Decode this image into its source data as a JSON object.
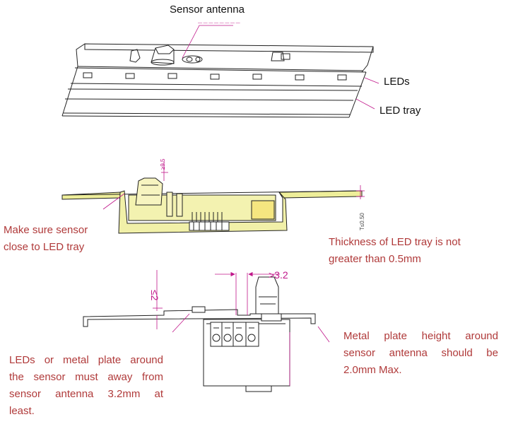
{
  "labels": {
    "sensor_antenna": "Sensor antenna",
    "leds": "LEDs",
    "led_tray": "LED tray",
    "make_sure": [
      "Make sure sensor",
      "close to LED tray"
    ],
    "thickness": [
      "Thickness of LED tray is not",
      "greater than 0.5mm"
    ],
    "metal_plate": [
      "Metal plate height around",
      "sensor antenna should be",
      "2.0mm Max."
    ],
    "leds_metal": [
      "LEDs or metal plate around",
      "the sensor must away from",
      "sensor antenna 3.2mm at",
      "least."
    ]
  },
  "dimensions": {
    "gap_32": ">3.2",
    "height_2": "≤2",
    "thickness_05": "T≤0.50",
    "antenna_95": "≥9.5"
  },
  "colors": {
    "line": "#222222",
    "annotation": "#b03a3a",
    "dimension": "#c0178a",
    "pcb_fill": "#f1f0a8"
  }
}
